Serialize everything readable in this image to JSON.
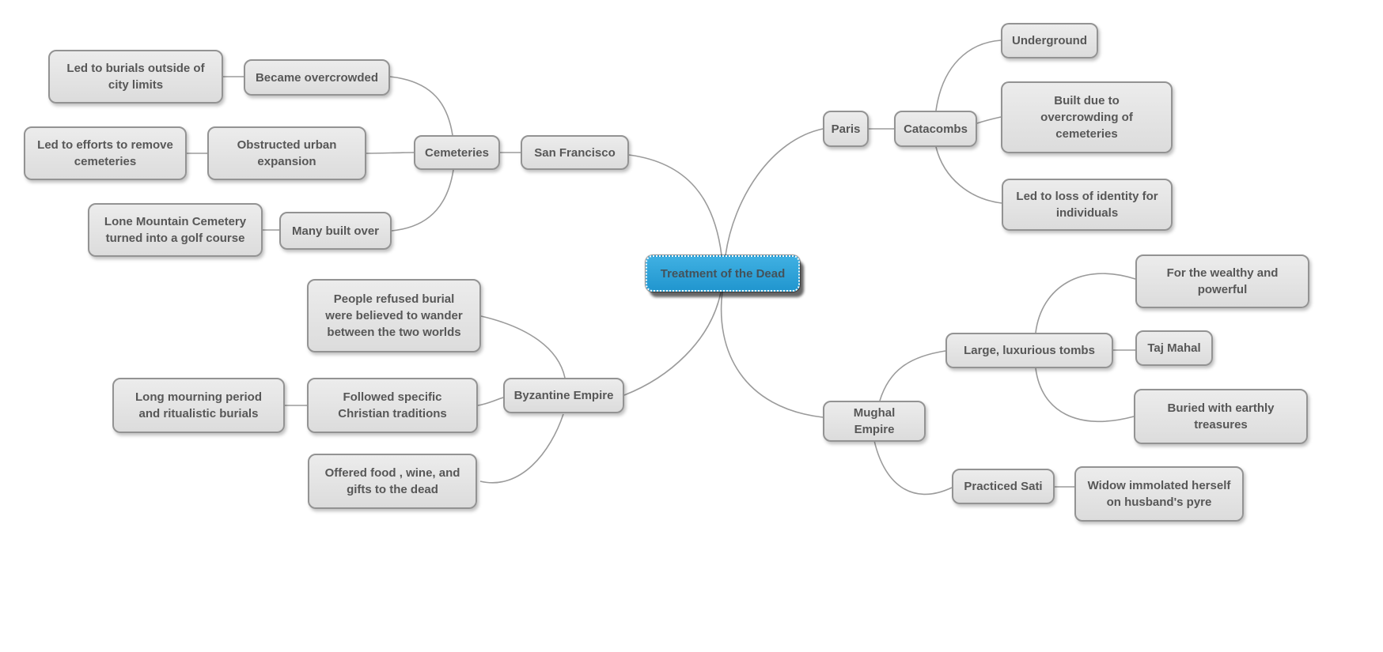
{
  "app": {
    "type": "mind-map",
    "background": "#ffffff"
  },
  "style": {
    "node_bg": "#e4e4e4",
    "node_border": "#939393",
    "node_text": "#575757",
    "edge_color": "#9b9b9b",
    "root_bg": "#2ba2d8",
    "root_border": "#ffffff",
    "root_text": "#44525a"
  },
  "root_node": {
    "id": "treatment-of-the-dead",
    "label": "Treatment of the Dead",
    "selected": true
  },
  "nodes": [
    {
      "id": "led-burials-outside",
      "label": "Led to burials outside of\ncity limits"
    },
    {
      "id": "became-overcrowded",
      "label": "Became overcrowded"
    },
    {
      "id": "led-efforts-remove",
      "label": "Led to efforts to remove\ncemeteries"
    },
    {
      "id": "obstructed-expansion",
      "label": "Obstructed urban\nexpansion"
    },
    {
      "id": "cemeteries",
      "label": "Cemeteries"
    },
    {
      "id": "san-francisco",
      "label": "San Francisco"
    },
    {
      "id": "lone-mountain",
      "label": "Lone Mountain Cemetery\nturned into a golf course"
    },
    {
      "id": "many-built-over",
      "label": "Many built over"
    },
    {
      "id": "people-refused-burial",
      "label": "People refused burial\nwere believed to wander\nbetween the two worlds"
    },
    {
      "id": "long-mourning",
      "label": "Long mourning period\nand ritualistic burials"
    },
    {
      "id": "followed-christian",
      "label": "Followed specific\nChristian traditions"
    },
    {
      "id": "byzantine-empire",
      "label": "Byzantine Empire"
    },
    {
      "id": "offered-food",
      "label": "Offered food , wine, and\ngifts to the dead"
    },
    {
      "id": "paris",
      "label": "Paris"
    },
    {
      "id": "catacombs",
      "label": "Catacombs"
    },
    {
      "id": "underground",
      "label": "Underground"
    },
    {
      "id": "built-overcrowding",
      "label": "Built due to\novercrowding of\ncemeteries"
    },
    {
      "id": "led-loss-identity",
      "label": "Led to loss of identity for\nindividuals"
    },
    {
      "id": "mughal-empire",
      "label": "Mughal Empire"
    },
    {
      "id": "large-luxurious-tombs",
      "label": "Large,  luxurious tombs"
    },
    {
      "id": "for-wealthy-powerful",
      "label": "For the wealthy and\npowerful"
    },
    {
      "id": "taj-mahal",
      "label": "Taj Mahal"
    },
    {
      "id": "buried-earthly",
      "label": "Buried with earthly\ntreasures"
    },
    {
      "id": "practiced-sati",
      "label": "Practiced Sati"
    },
    {
      "id": "widow-immolated",
      "label": "Widow immolated herself\non husband's pyre"
    }
  ],
  "edges": [
    {
      "from": "treatment-of-the-dead",
      "to": "san-francisco"
    },
    {
      "from": "san-francisco",
      "to": "cemeteries"
    },
    {
      "from": "cemeteries",
      "to": "became-overcrowded"
    },
    {
      "from": "cemeteries",
      "to": "obstructed-expansion"
    },
    {
      "from": "cemeteries",
      "to": "many-built-over"
    },
    {
      "from": "became-overcrowded",
      "to": "led-burials-outside"
    },
    {
      "from": "obstructed-expansion",
      "to": "led-efforts-remove"
    },
    {
      "from": "many-built-over",
      "to": "lone-mountain"
    },
    {
      "from": "treatment-of-the-dead",
      "to": "byzantine-empire"
    },
    {
      "from": "byzantine-empire",
      "to": "people-refused-burial"
    },
    {
      "from": "byzantine-empire",
      "to": "followed-christian"
    },
    {
      "from": "byzantine-empire",
      "to": "offered-food"
    },
    {
      "from": "followed-christian",
      "to": "long-mourning"
    },
    {
      "from": "treatment-of-the-dead",
      "to": "paris"
    },
    {
      "from": "paris",
      "to": "catacombs"
    },
    {
      "from": "catacombs",
      "to": "underground"
    },
    {
      "from": "catacombs",
      "to": "built-overcrowding"
    },
    {
      "from": "catacombs",
      "to": "led-loss-identity"
    },
    {
      "from": "treatment-of-the-dead",
      "to": "mughal-empire"
    },
    {
      "from": "mughal-empire",
      "to": "large-luxurious-tombs"
    },
    {
      "from": "mughal-empire",
      "to": "practiced-sati"
    },
    {
      "from": "large-luxurious-tombs",
      "to": "for-wealthy-powerful"
    },
    {
      "from": "large-luxurious-tombs",
      "to": "taj-mahal"
    },
    {
      "from": "large-luxurious-tombs",
      "to": "buried-earthly"
    },
    {
      "from": "practiced-sati",
      "to": "widow-immolated"
    }
  ]
}
